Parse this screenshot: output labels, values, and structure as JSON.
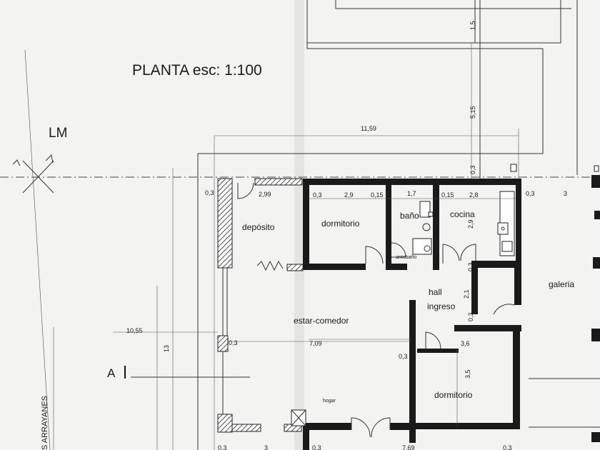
{
  "title": "PLANTA esc: 1:100",
  "lm_label": "LM",
  "section_label": "A",
  "street_label": "S ARRAYANES",
  "rooms": {
    "deposito": "depósito",
    "dormitorio_1": "dormitorio",
    "bano": "baño",
    "antebano": "antebaño",
    "cocina": "cocina",
    "hall_line1": "hall",
    "hall_line2": "ingreso",
    "estar_comedor": "estar-comedor",
    "galeria": "galeria",
    "dormitorio_2": "dormitorio",
    "hogar": "hogar"
  },
  "dimensions": {
    "d_1_5": "1,5",
    "d_5_15": "5,15",
    "d_0_3_vertical_top": "0,3",
    "d_11_59": "11,59",
    "d_0_3_left_top": "0,3",
    "d_2_99": "2,99",
    "d_0_3_dorm": "0,3",
    "d_2_9": "2,9",
    "d_0_15_a": "0,15",
    "d_1_7": "1,7",
    "d_0_15_b": "0,15",
    "d_2_8": "2,8",
    "d_0_3_right": "0,3",
    "d_3": "3",
    "d_2_9_vertical": "2,9",
    "d_0_3_hall": "0,3",
    "d_2_1": "2,1",
    "d_0_3_hall_b": "0,3",
    "d_10_55": "10,55",
    "d_13": "13",
    "d_0_3_estar": "0,3",
    "d_7_09": "7,09",
    "d_0_3_dorm2": "0,3",
    "d_3_6": "3,6",
    "d_3_5": "3,5",
    "d_0_3_bottom_a": "0,3",
    "d_3_bottom": "3",
    "d_0_3_bottom_b": "0,3",
    "d_7_69": "7,69",
    "d_0_3_bottom_c": "0,3"
  }
}
